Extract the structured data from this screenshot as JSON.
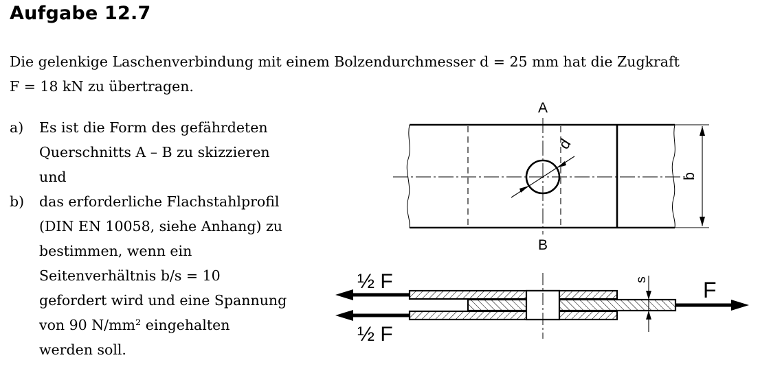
{
  "title": "Aufgabe 12.7",
  "intro": {
    "line1": "Die gelenkige Laschenverbindung mit einem Bolzendurchmesser d = 25 mm hat die Zugkraft",
    "line2": "F = 18 kN zu übertragen."
  },
  "tasks": [
    {
      "label": "a)",
      "lines": [
        "Es ist die Form des gefährdeten",
        "Querschnitts A – B zu skizzieren",
        "und"
      ]
    },
    {
      "label": "b)",
      "lines": [
        "das erforderliche Flachstahlprofil",
        "(DIN EN 10058, siehe Anhang) zu",
        "bestimmen, wenn ein",
        "Seitenverhältnis b/s = 10",
        "gefordert wird und eine Spannung",
        "von 90 N/mm² eingehalten",
        "werden soll."
      ]
    }
  ],
  "figure": {
    "label_a": "A",
    "label_b": "B",
    "label_d": "d",
    "label_width": "b",
    "label_thickness": "s",
    "label_half_force_top": "½ F",
    "label_half_force_bottom": "½ F",
    "label_force": "F"
  }
}
